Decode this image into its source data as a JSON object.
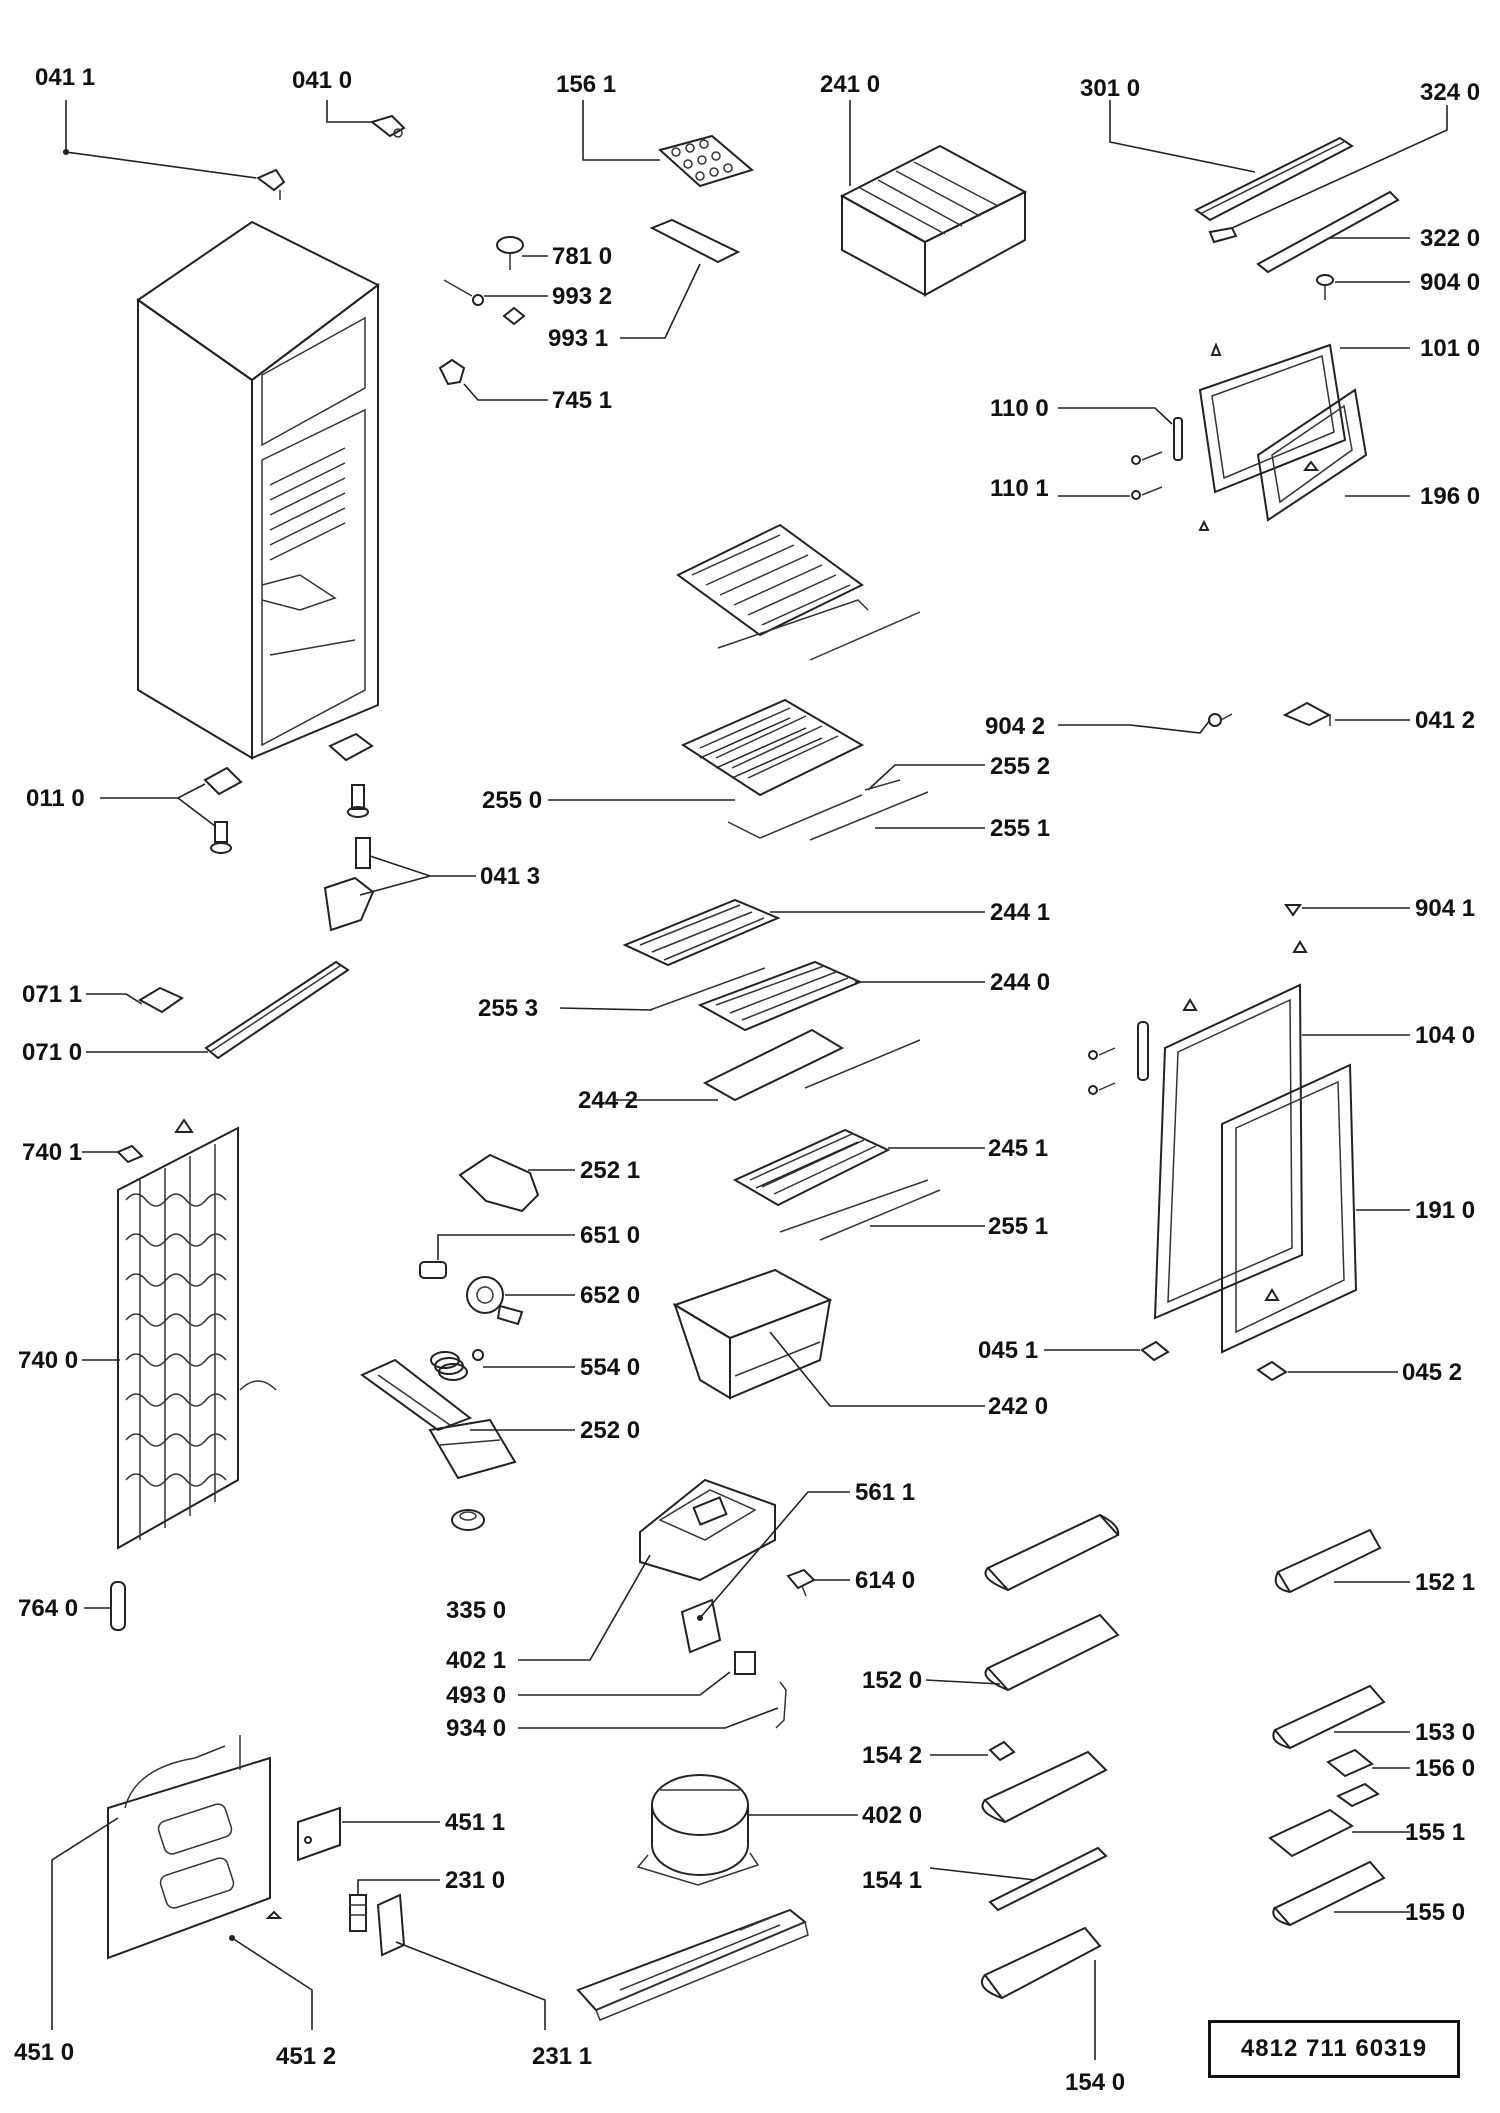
{
  "document_number": "4812  711  60319",
  "labels": {
    "l0411": "041 1",
    "l0410": "041 0",
    "l1561": "156 1",
    "l2410": "241 0",
    "l3010": "301 0",
    "l3240": "324 0",
    "l3220": "322 0",
    "l9040": "904 0",
    "l1010": "101 0",
    "l1100": "110 0",
    "l1101": "110 1",
    "l1960": "196 0",
    "l7810": "781 0",
    "l9932": "993 2",
    "l9931": "993 1",
    "l7451": "745 1",
    "l9042": "904 2",
    "l0412": "041 2",
    "l2552": "255 2",
    "l2550": "255 0",
    "l2551a": "255 1",
    "l0110": "011 0",
    "l0413": "041 3",
    "l9041": "904 1",
    "l2441": "244 1",
    "l2440": "244 0",
    "l2553": "255 3",
    "l2442": "244 2",
    "l0711": "071 1",
    "l0710": "071 0",
    "l1040": "104 0",
    "l2451": "245 1",
    "l2551b": "255 1",
    "l1910": "191 0",
    "l7401": "740 1",
    "l2521": "252 1",
    "l6510": "651 0",
    "l6520": "652 0",
    "l7400": "740 0",
    "l5540": "554 0",
    "l0451": "045 1",
    "l0452": "045 2",
    "l2420": "242 0",
    "l2520": "252 0",
    "l5611": "561 1",
    "l3350": "335 0",
    "l6140": "614 0",
    "l1521": "152 1",
    "l7640": "764 0",
    "l4021": "402 1",
    "l4930": "493 0",
    "l1520": "152 0",
    "l9340": "934 0",
    "l1530": "153 0",
    "l1542": "154 2",
    "l1560": "156 0",
    "l4511": "451 1",
    "l4020": "402 0",
    "l1551": "155 1",
    "l2310": "231 0",
    "l1541": "154 1",
    "l1550": "155 0",
    "l4510": "451 0",
    "l4512": "451 2",
    "l2311": "231 1",
    "l1540": "154 0"
  }
}
